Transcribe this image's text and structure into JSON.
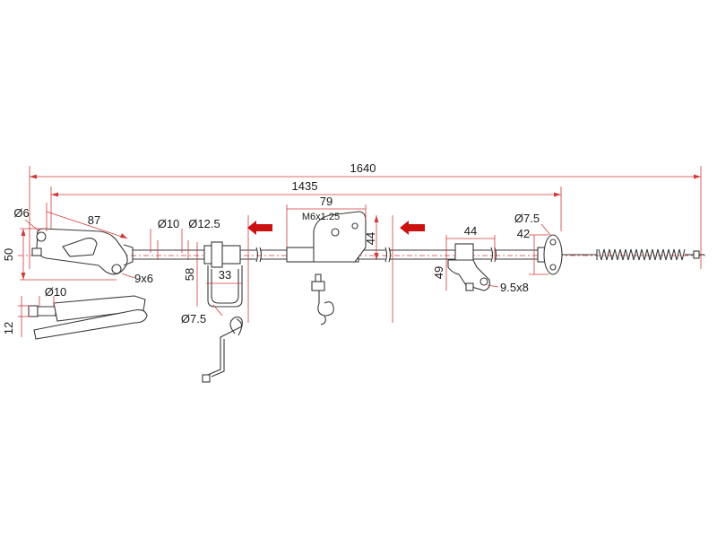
{
  "diagram": {
    "colors": {
      "dimension_line": "#d23a3a",
      "part_outline": "#3a3a3a",
      "arrow": "#cc1111",
      "background": "#ffffff"
    },
    "dimensions": {
      "overall_length": "1640",
      "inner_length": "1435",
      "bracket_width": "79",
      "thread": "M6x1.25",
      "bracket_height": "44",
      "end_eye_dia": "Ø6",
      "end_arm": "87",
      "end_height": "50",
      "slot": "9x6",
      "cable_dia_1": "Ø10",
      "cable_dia_2": "Ø12.5",
      "clip_width": "33",
      "clip_height": "58",
      "clip_wire_dia": "Ø7.5",
      "side_dia": "Ø10",
      "side_height": "12",
      "mount_width": "44",
      "mount_offset": "42",
      "mount_height": "49",
      "mount_hole": "9.5x8",
      "flange_dia": "Ø7.5"
    },
    "icons": {
      "direction_arrows": "left-arrow-icon"
    }
  }
}
